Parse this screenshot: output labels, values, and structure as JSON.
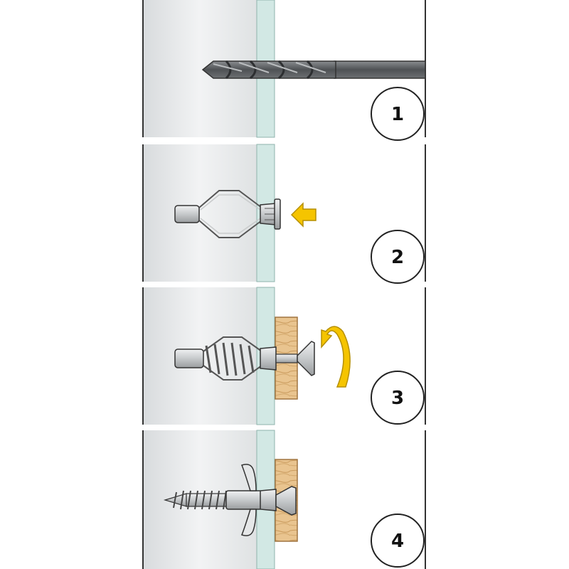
{
  "steps": [
    {
      "number": "1",
      "action": "drill"
    },
    {
      "number": "2",
      "action": "insert-anchor"
    },
    {
      "number": "3",
      "action": "tighten-screw"
    },
    {
      "number": "4",
      "action": "attach-fixture"
    }
  ],
  "colors": {
    "cavity": "#e6e8e9",
    "board": "#d2e8e4",
    "board_edge": "#8fb3ad",
    "metal": "#c9cbcc",
    "metal_dark": "#7b7e80",
    "drill": "#5d6063",
    "wood": "#e8c38e",
    "wood_grain": "#c99a5c",
    "arrow": "#f5c400",
    "arrow_edge": "#b58f00",
    "outline": "#333333"
  },
  "icons": [
    "drill-bit-icon",
    "hollow-wall-anchor-icon",
    "push-arrow-icon",
    "rotate-arrow-icon",
    "screw-icon",
    "wood-fixture-icon"
  ]
}
